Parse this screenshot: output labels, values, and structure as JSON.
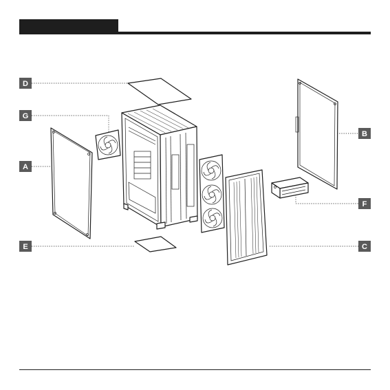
{
  "header": {
    "section_title": ""
  },
  "labels": {
    "A": "A",
    "B": "B",
    "C": "C",
    "D": "D",
    "E": "E",
    "F": "F",
    "G": "G"
  },
  "colors": {
    "ink": "#1e1e1e",
    "badge_fill": "#5a5a5a",
    "background": "#ffffff"
  }
}
